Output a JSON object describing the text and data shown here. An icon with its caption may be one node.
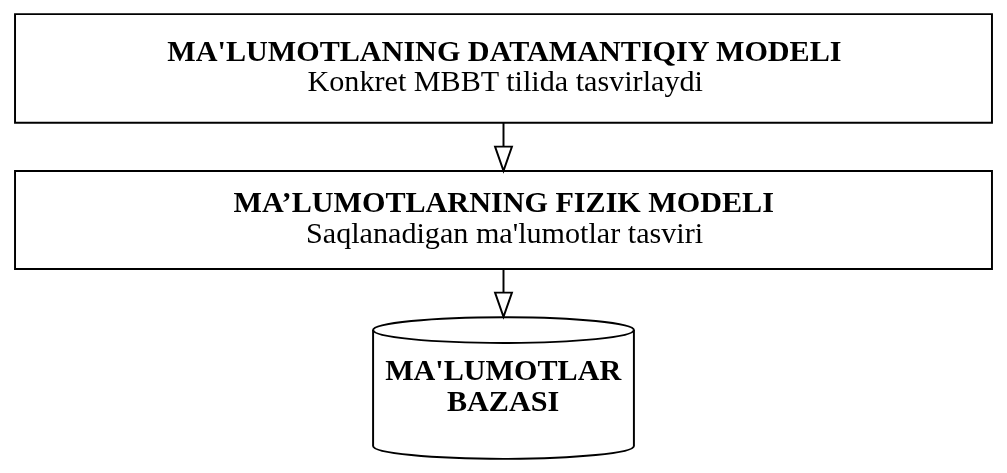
{
  "diagram": {
    "nodes": [
      {
        "text": [
          "MA'LUMOTLANING DATAMANTIQIY MODELI",
          "Konkret MBBT tilida tasvirlaydi"
        ]
      },
      {
        "text": [
          "MA’LUMOTLARNING FIZIK MODELI",
          "Saqlanadigan ma'lumotlar tasviri"
        ]
      },
      {
        "text": [
          "MA'LUMOTLAR BAZASI"
        ]
      }
    ],
    "edges": [
      {
        "from": 0,
        "to": 1,
        "arrow": "to"
      },
      {
        "from": 1,
        "to": 2,
        "arrow": "to"
      }
    ]
  }
}
